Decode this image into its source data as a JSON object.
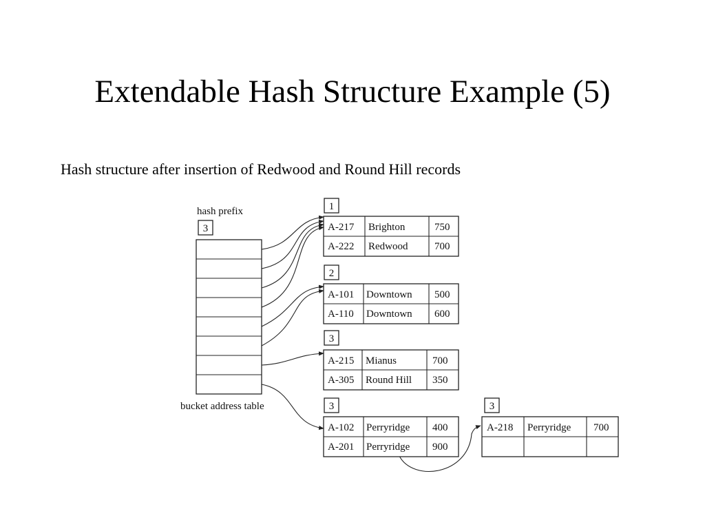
{
  "slide": {
    "title": "Extendable Hash Structure Example (5)",
    "subtitle": "Hash structure after insertion of Redwood and Round Hill records"
  },
  "diagram": {
    "hash_prefix_label": "hash prefix",
    "global_depth": "3",
    "table_label": "bucket address table",
    "buckets": [
      {
        "depth": "1",
        "records": [
          [
            "A-217",
            "Brighton",
            "750"
          ],
          [
            "A-222",
            "Redwood",
            "700"
          ]
        ]
      },
      {
        "depth": "2",
        "records": [
          [
            "A-101",
            "Downtown",
            "500"
          ],
          [
            "A-110",
            "Downtown",
            "600"
          ]
        ]
      },
      {
        "depth": "3",
        "records": [
          [
            "A-215",
            "Mianus",
            "700"
          ],
          [
            "A-305",
            "Round Hill",
            "350"
          ]
        ]
      },
      {
        "depth": "3",
        "records": [
          [
            "A-102",
            "Perryridge",
            "400"
          ],
          [
            "A-201",
            "Perryridge",
            "900"
          ]
        ]
      },
      {
        "depth": "3",
        "records": [
          [
            "A-218",
            "Perryridge",
            "700"
          ],
          [
            "",
            "",
            ""
          ]
        ]
      }
    ]
  }
}
